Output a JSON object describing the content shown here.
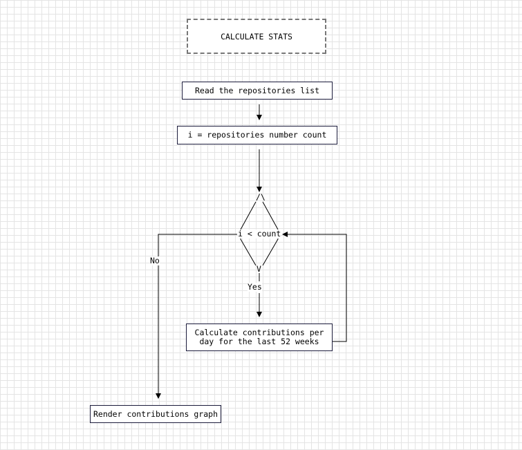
{
  "diagram": {
    "title": "CALCULATE STATS",
    "steps": {
      "read_repos": "Read the repositories list",
      "init_count": "i = repositories number count",
      "calculate": "Calculate contributions per\nday for the last 52 weeks",
      "render": "Render contributions graph"
    },
    "decision": {
      "condition": "i < count",
      "top_mark": "/\\",
      "bottom_mark": "V",
      "yes_label": "Yes",
      "no_label": "No"
    },
    "colors": {
      "line": "#1a1a3a",
      "grid": "#e4e4e4",
      "title_border": "#777777"
    }
  }
}
